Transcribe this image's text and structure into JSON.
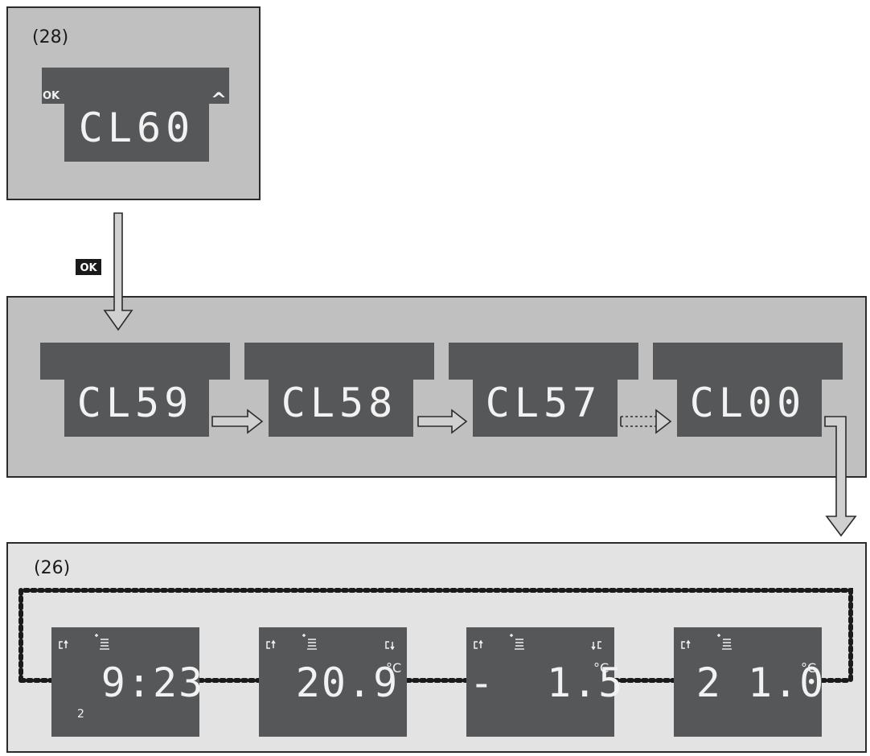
{
  "colors": {
    "outer_panel": "#c0c0c0",
    "bottom_panel": "#e3e3e3",
    "lcd": "#555759",
    "segment": "#f2f2f2",
    "arrow": "#c8c8c8",
    "border": "#2b2b2b"
  },
  "top_panel": {
    "label": "(28)",
    "display": {
      "text": "CL60",
      "ok_label": "OK",
      "up_glyph": "^"
    }
  },
  "ok_badge": "OK",
  "countdown": [
    {
      "text": "CL59"
    },
    {
      "text": "CL58"
    },
    {
      "text": "CL57"
    },
    {
      "text": "CL00"
    }
  ],
  "bottom_panel": {
    "label": "(26)",
    "screens": [
      {
        "value": "9:23",
        "unit": "",
        "sub": "2",
        "icons": [
          "clock-up-icon",
          "heat-plus-icon"
        ]
      },
      {
        "value": "20.9",
        "unit": "°C",
        "sub": "",
        "icons": [
          "clock-up-icon",
          "heat-plus-icon",
          "clock-down-icon"
        ]
      },
      {
        "value": "-  1.5",
        "unit": "°C",
        "sub": "",
        "icons": [
          "clock-up-icon",
          "heat-plus-icon",
          "down-clock-icon"
        ]
      },
      {
        "value": "2 1.0",
        "unit": "°C",
        "sub": "",
        "icons": [
          "clock-up-icon",
          "heat-plus-icon"
        ]
      }
    ]
  }
}
